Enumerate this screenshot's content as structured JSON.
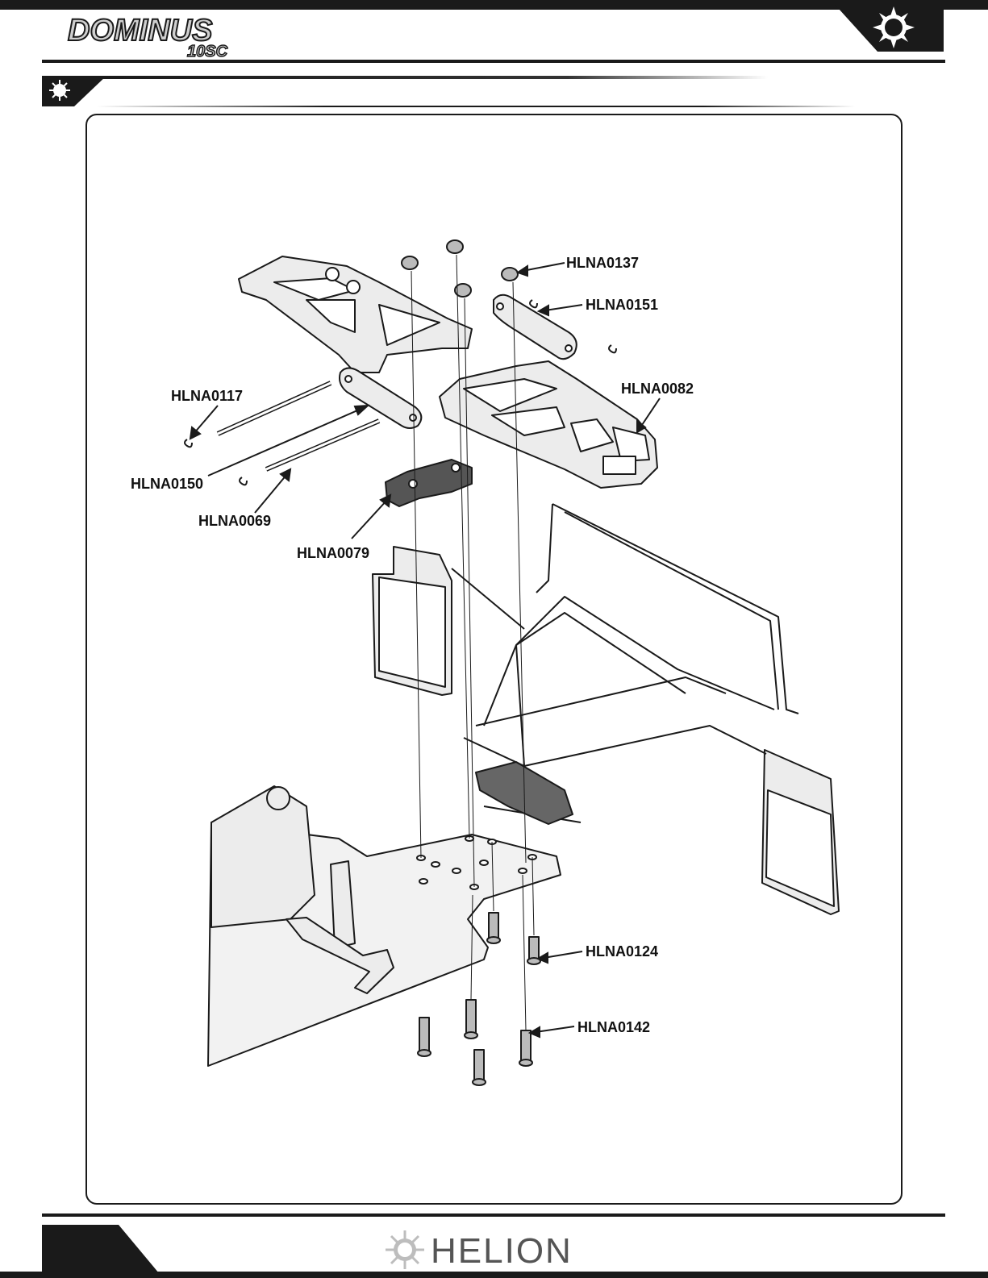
{
  "header": {
    "brand_logo_text": "DOMINUS",
    "brand_logo_subtext": "10SC",
    "sun_icon": "sun-icon"
  },
  "diagram": {
    "part_labels": [
      {
        "id": "hlna0137",
        "text": "HLNA0137"
      },
      {
        "id": "hlna0151",
        "text": "HLNA0151"
      },
      {
        "id": "hlna0117",
        "text": "HLNA0117"
      },
      {
        "id": "hlna0082",
        "text": "HLNA0082"
      },
      {
        "id": "hlna0150",
        "text": "HLNA0150"
      },
      {
        "id": "hlna0069",
        "text": "HLNA0069"
      },
      {
        "id": "hlna0079",
        "text": "HLNA0079"
      },
      {
        "id": "hlna0124",
        "text": "HLNA0124"
      },
      {
        "id": "hlna0142",
        "text": "HLNA0142"
      }
    ]
  },
  "footer": {
    "logo_text": "HELION"
  },
  "colors": {
    "ink": "#1a1a1a",
    "paper": "#ffffff",
    "part_fill": "#e6e6e6"
  }
}
